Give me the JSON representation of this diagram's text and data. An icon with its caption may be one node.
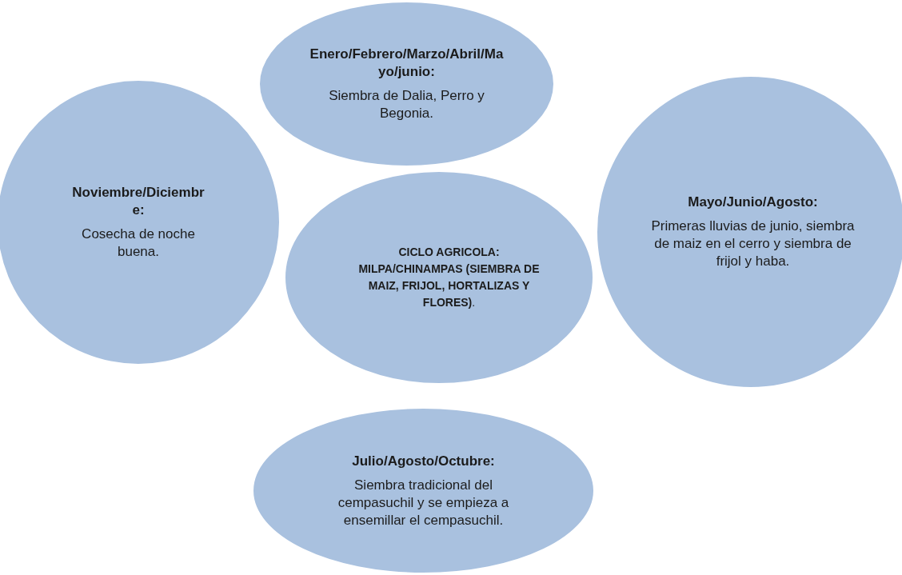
{
  "diagram": {
    "nodes": [
      {
        "text": [
          "Enero/Febrero/Marzo/Abril/Mayo/junio:",
          "Siembra de Dalia, Perro y Begonia."
        ]
      },
      {
        "text": [
          "Noviembre/Diciembre:",
          "Cosecha de noche buena."
        ]
      },
      {
        "text": [
          "CICLO AGRICOLA:",
          "**MILPA/CHINAMPAS (SIEMBRA DE MAIZ, FRIJOL, HORTALIZAS Y FLORES)**."
        ]
      },
      {
        "text": [
          "Mayo/Junio/Agosto:",
          "Primeras lluvias de junio, siembra de maiz en el cerro y siembra de frijol y haba."
        ]
      },
      {
        "text": [
          "Julio/Agosto/Octubre:",
          "Siembra tradicional del cempasuchil y se empieza a ensemillar el cempasuchil."
        ]
      }
    ],
    "edges": []
  }
}
